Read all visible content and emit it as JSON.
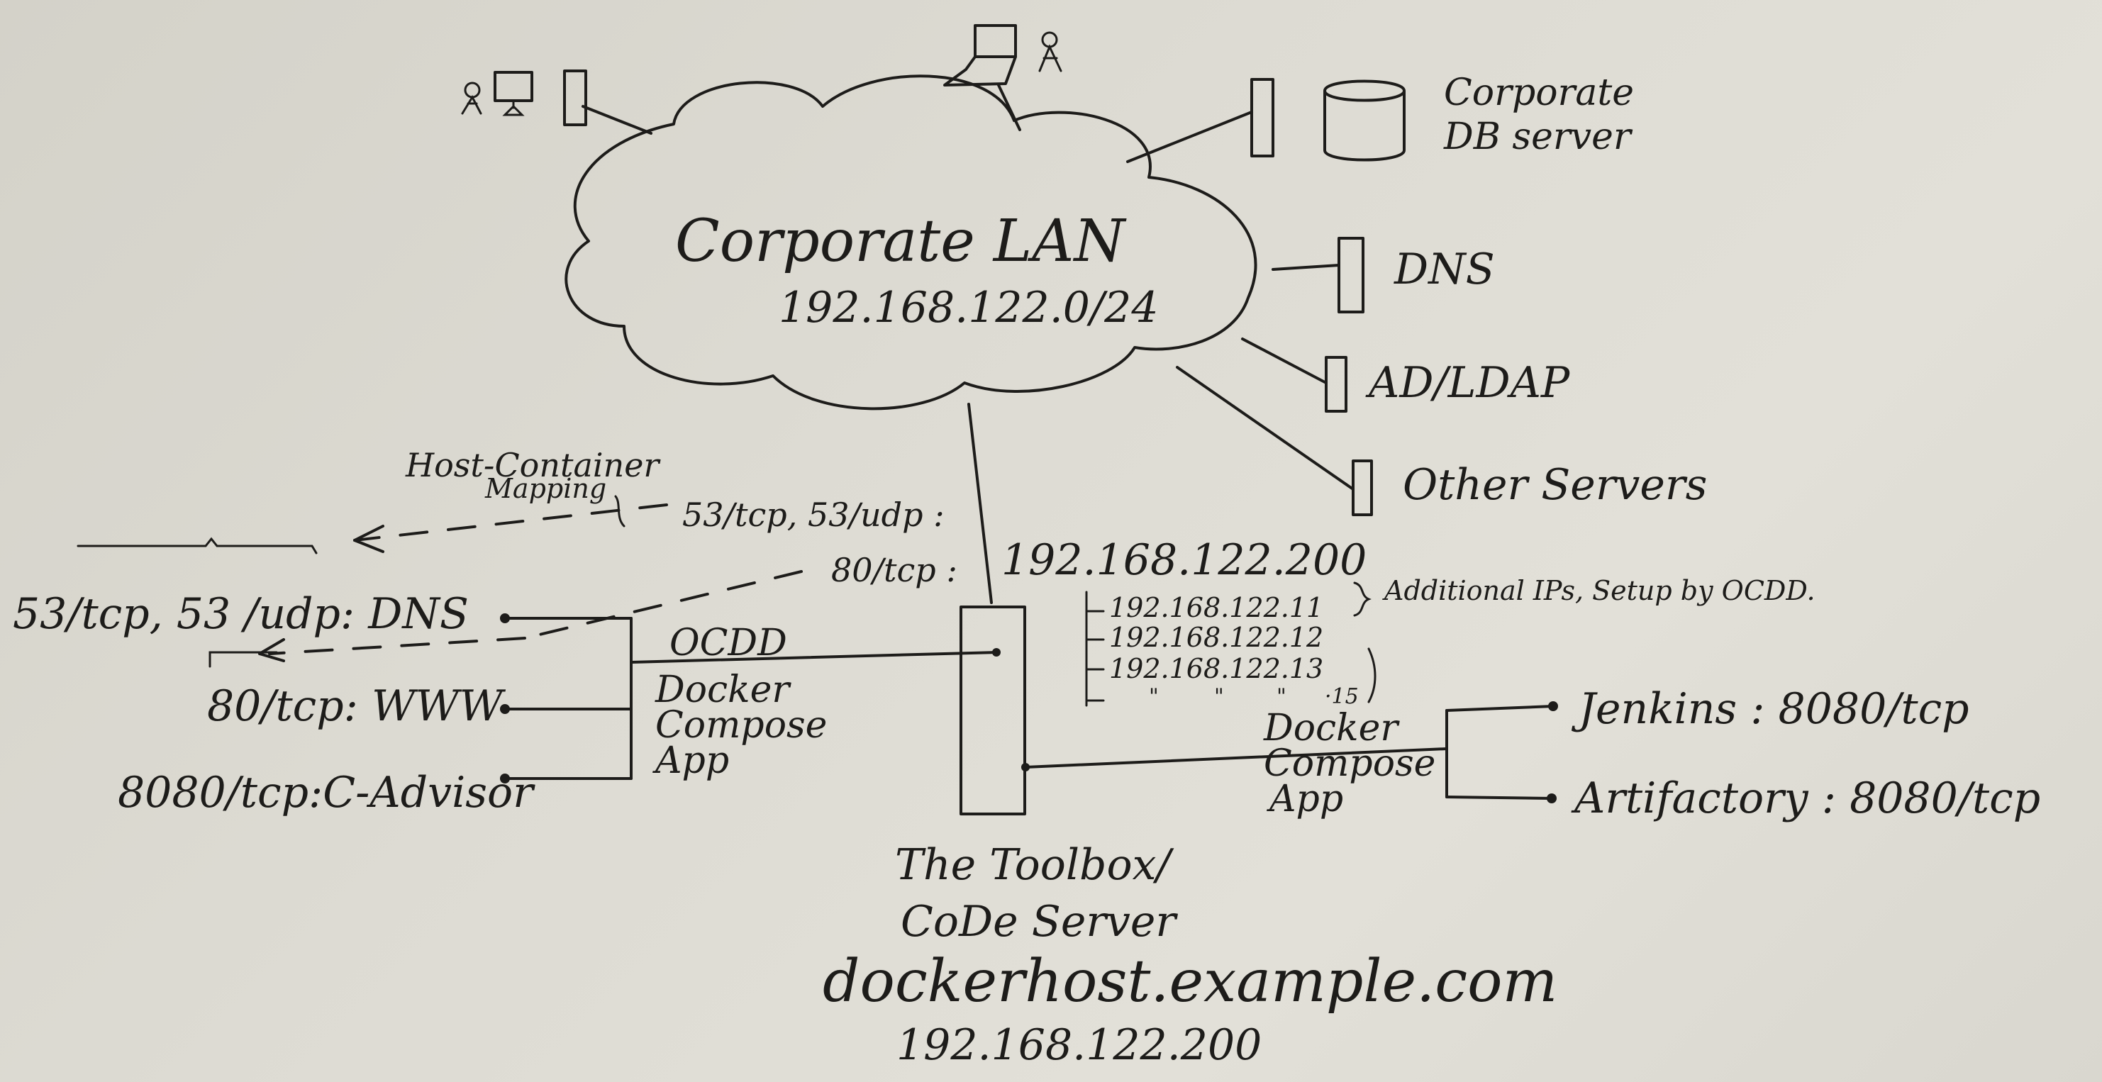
{
  "cloud": {
    "title": "Corporate LAN",
    "subnet": "192.168.122.0/24"
  },
  "servers": {
    "db": "Corporate\nDB server",
    "db_line1": "Corporate",
    "db_line2": "DB server",
    "dns": "DNS",
    "ad": "AD/LDAP",
    "other": "Other Servers"
  },
  "mapping": {
    "title_line1": "Host-Container",
    "title_line2": "Mapping",
    "ports_dns": "53/tcp, 53/udp :",
    "ports_www": "80/tcp :"
  },
  "host": {
    "ip_label": "192.168.122.200",
    "additional_ips": [
      "192.168.122.11",
      "192.168.122.12",
      "192.168.122.13"
    ],
    "additional_more": [
      "\"",
      "\"",
      "\"",
      "·15"
    ],
    "additional_note": "Additional IPs, Setup by OCDD."
  },
  "ocdd": {
    "label": "OCDD",
    "app_line1": "Docker",
    "app_line2": "Compose",
    "app_line3": "App",
    "services": [
      "53/tcp, 53 /udp: DNS",
      "80/tcp: WWW",
      "8080/tcp:C-Advisor"
    ]
  },
  "compose2": {
    "app_line1": "Docker",
    "app_line2": "Compose",
    "app_line3": "App",
    "services": [
      "Jenkins : 8080/tcp",
      "Artifactory : 8080/tcp"
    ]
  },
  "toolbox": {
    "line1": "The Toolbox/",
    "line2": "CoDe Server",
    "hostname": "dockerhost.example.com",
    "ip": "192.168.122.200"
  }
}
